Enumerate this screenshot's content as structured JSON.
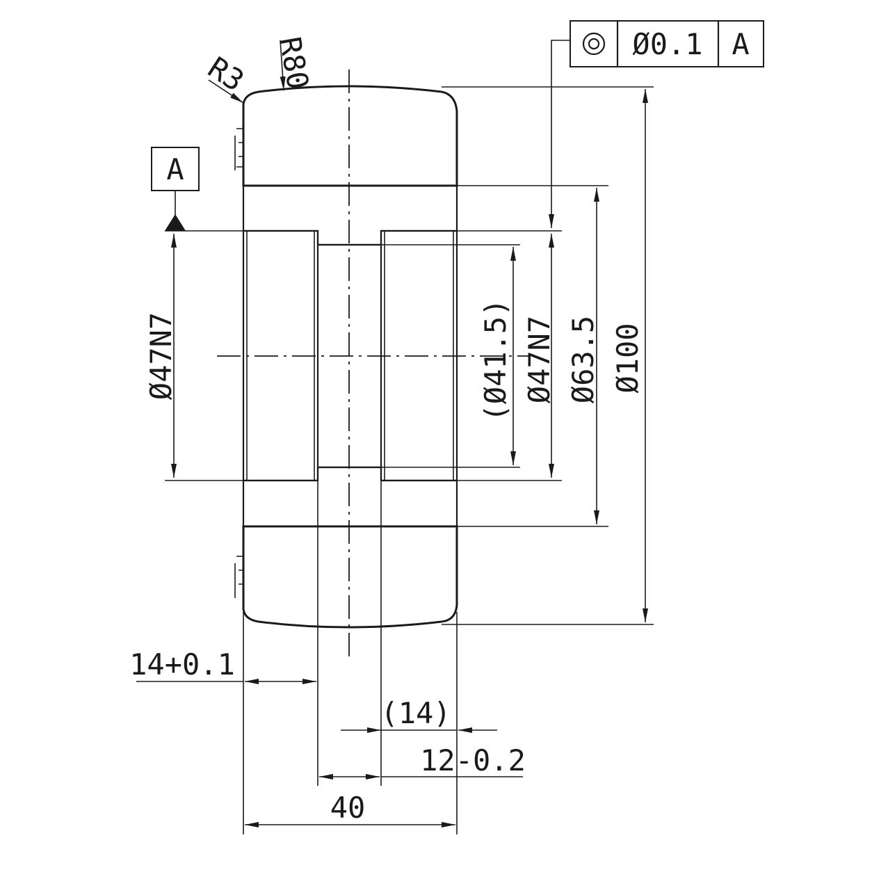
{
  "labels": {
    "r80": "R80",
    "r3": "R3",
    "datum_a": "A",
    "fcf_tolerance": "Ø0.1",
    "fcf_datum": "A",
    "dia_47n7_left": "Ø47N7",
    "dia_41_5": "(Ø41.5)",
    "dia_47n7_right": "Ø47N7",
    "dia_63_5": "Ø63.5",
    "dia_100": "Ø100",
    "dim_14_plus": "14+0.1",
    "dim_14_ref": "(14)",
    "dim_12_minus": "12-0.2",
    "dim_40": "40"
  },
  "icons": {
    "concentricity": "concentricity-icon",
    "datum_triangle": "datum-triangle-icon"
  }
}
